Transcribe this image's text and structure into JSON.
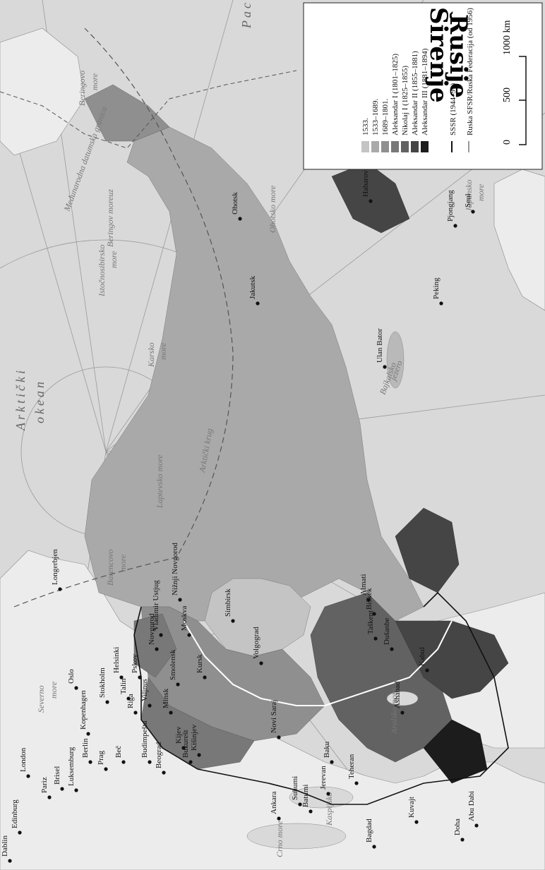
{
  "legend": {
    "title_line1": "Širenje",
    "title_line2": "Rusije",
    "entries": [
      {
        "label": "1533.",
        "color": "#c4c4c4"
      },
      {
        "label": "1533–1689.",
        "color": "#a9a9a9"
      },
      {
        "label": "1689–1801.",
        "color": "#8f8f8f"
      },
      {
        "label": "Aleksandar I (1801–1825)",
        "color": "#787878"
      },
      {
        "label": "Nikolaj I (1825–1855)",
        "color": "#626262"
      },
      {
        "label": "Aleksandar II (1855–1881)",
        "color": "#454545"
      },
      {
        "label": "Aleksandar III (1881–1894)",
        "color": "#1c1c1c"
      }
    ],
    "lines": [
      {
        "label": "SSSR (1944–91)",
        "color": "#111111"
      },
      {
        "label": "Ruska SFSR/Ruska Federacija (od 1956)",
        "color": "#ffffff"
      }
    ],
    "scale": {
      "zero": "0",
      "mid": "500",
      "end": "1000 km"
    }
  },
  "seas": {
    "arctic_1": "Arktički",
    "arctic_2": "okean",
    "pacific": "Pacifik",
    "bering_sea_1": "Beringovo",
    "bering_sea_2": "more",
    "dateline": "Međunarodna datumska granica",
    "bering_strait": "Beringov moreuz",
    "east_siberian_1": "Istočnosibirsko",
    "east_siberian_2": "more",
    "kara_1": "Karsko",
    "kara_2": "more",
    "arctic_circle": "Arktički krug",
    "laptev": "Laptevsko more",
    "barents_1": "Barencovo",
    "barents_2": "more",
    "north_sea_1": "Severno",
    "north_sea_2": "more",
    "okhotsk": "Ohotsko more",
    "japan_1": "Japansko",
    "japan_2": "more",
    "baikal_1": "Bajkalsko",
    "baikal_2": "jezero",
    "aral": "Aralsko more",
    "caspian": "Kaspijsko",
    "black": "Crno more"
  },
  "cities": {
    "dablin": "Dablin",
    "edinburg": "Edinburg",
    "london": "London",
    "pariz": "Pariz",
    "brisel": "Brisel",
    "luksemburg": "Luksemburg",
    "berlin": "Berlin",
    "prag": "Prag",
    "bec": "Beč",
    "oslo": "Oslo",
    "kopenhagen": "Kopenhagen",
    "stokholm": "Stokholm",
    "budimpesta": "Budimpešta",
    "beograd": "Beograd",
    "bukurest": "Bukurešt",
    "riga": "Riga",
    "talin": "Talin",
    "helsinki": "Helsinki",
    "vilnjus": "Viljnus",
    "pskov": "Pskov",
    "minsk": "Minsk",
    "kijev": "Kijev",
    "kisinjev": "Kišinjev",
    "novgorod": "Novgorod",
    "smolensk": "Smolensk",
    "moskva": "Moskva",
    "kursk": "Kursk",
    "vladimir_ustjug": "Vladimir Ustjug",
    "nizni_novgorod": "Nižnji Novgorod",
    "simbirsk": "Simbirsk",
    "volgograd": "Volgograd",
    "novi_saraj": "Novi Saraj",
    "ankara": "Ankara",
    "suhumi": "Suhumi",
    "batumi": "Batumi",
    "jerevan": "Jerevan",
    "baku": "Baku",
    "bagdad": "Bagdad",
    "teheran": "Teheran",
    "kuvajt": "Kuvajt",
    "doha": "Doha",
    "abu_dabi": "Abu Dabi",
    "longerbjen": "Longerbjen",
    "ashabad": "Ašhabad",
    "taskent": "Taškent",
    "dusanbe": "Dušanbe",
    "biskek": "Biškek",
    "almati": "Almati",
    "kabul": "Kabul",
    "ulan_bator": "Ulan Bator",
    "peking": "Peking",
    "jakutsk": "Jakutsk",
    "ohotsk": "Ohotsk",
    "habarovsk": "Habarovsk",
    "pjongjang": "Pjongjang",
    "seul": "Seul"
  }
}
